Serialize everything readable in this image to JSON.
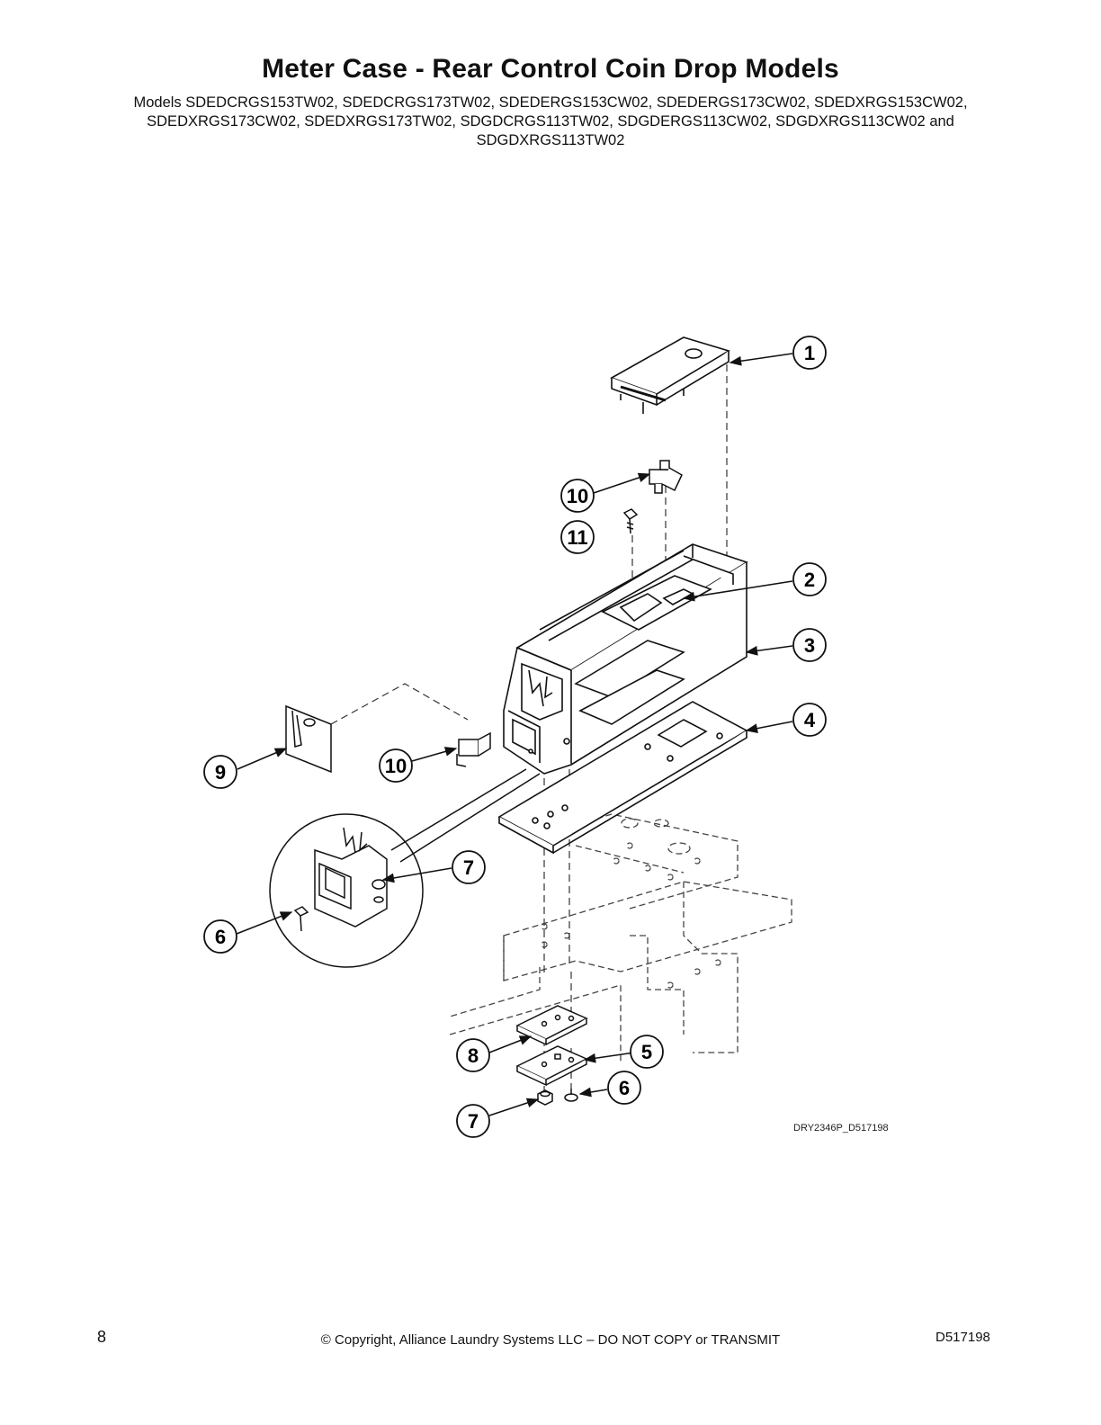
{
  "header": {
    "title": "Meter Case - Rear Control Coin Drop Models",
    "models_line1": "Models SDEDCRGS153TW02, SDEDCRGS173TW02, SDEDERGS153CW02, SDEDERGS173CW02, SDEDXRGS153CW02,",
    "models_line2": "SDEDXRGS173CW02, SDEDXRGS173TW02, SDGDCRGS113TW02, SDGDERGS113CW02, SDGDXRGS113CW02 and",
    "models_line3": "SDGDXRGS113TW02"
  },
  "diagram": {
    "callouts": [
      "1",
      "10",
      "11",
      "2",
      "3",
      "4",
      "9",
      "10",
      "7",
      "6",
      "8",
      "5",
      "6",
      "7"
    ],
    "drawing_code": "DRY2346P_D517198"
  },
  "footer": {
    "page_number": "8",
    "copyright": "© Copyright, Alliance Laundry Systems LLC – DO NOT COPY or TRANSMIT",
    "doc_number": "D517198"
  }
}
